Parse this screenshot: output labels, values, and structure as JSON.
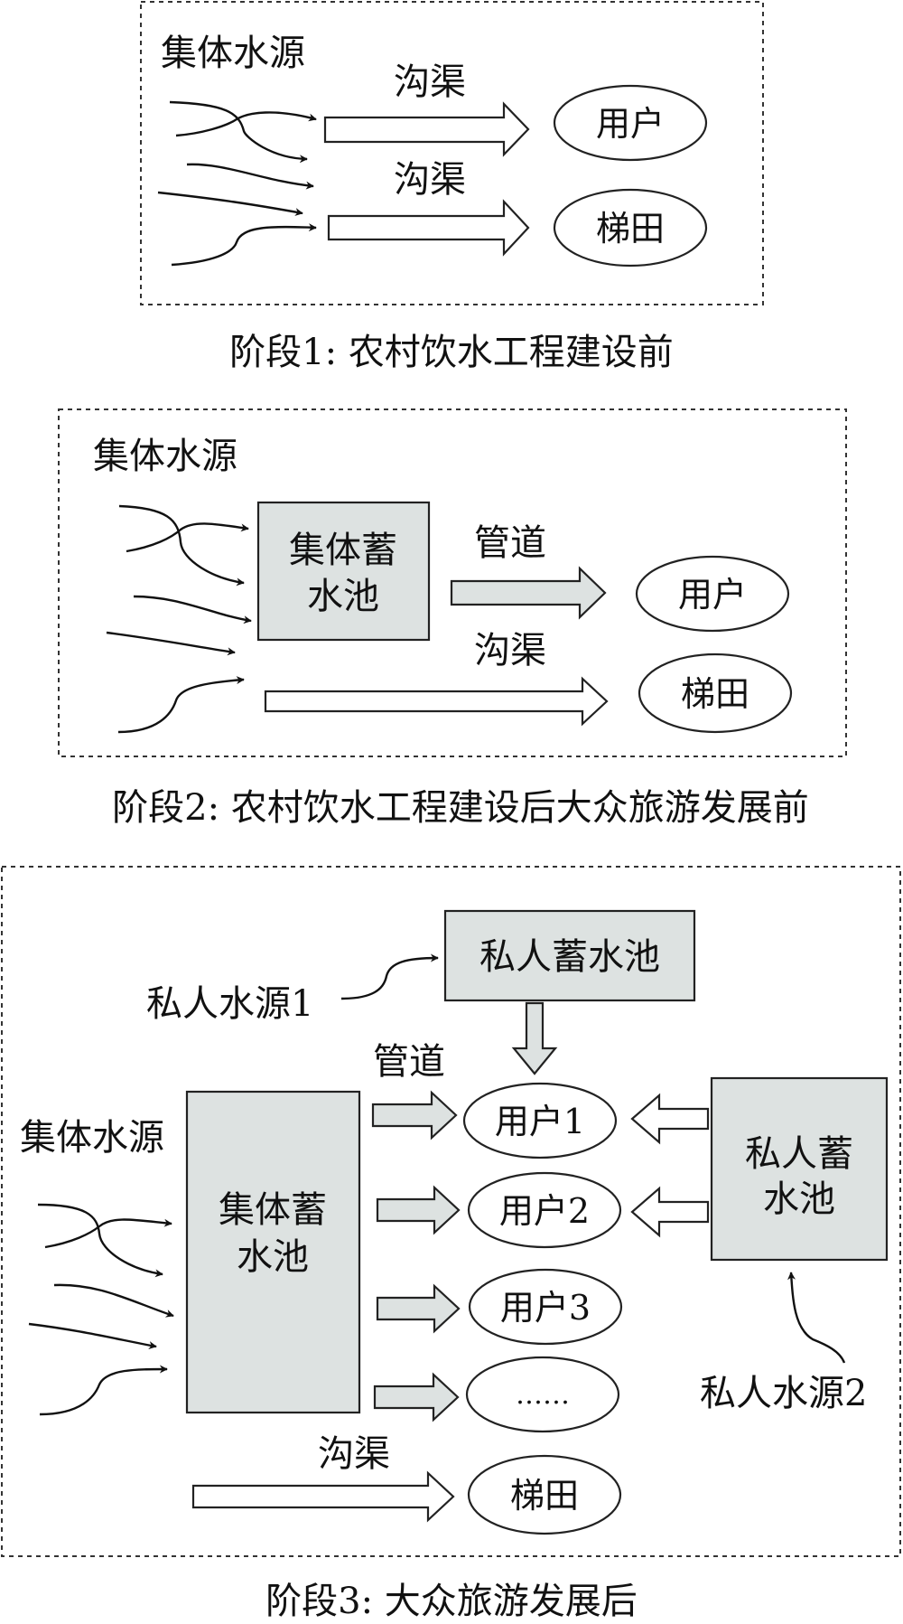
{
  "labels": {
    "collective_source": "集体水源",
    "ditch": "沟渠",
    "pipe": "管道",
    "user": "用户",
    "terrace": "梯田",
    "collective_reservoir_line1": "集体蓄",
    "collective_reservoir_line2": "水池",
    "private_reservoir": "私人蓄水池",
    "private_reservoir_line1": "私人蓄",
    "private_reservoir_line2": "水池",
    "private_source_1": "私人水源1",
    "private_source_2": "私人水源2",
    "user_1": "用户1",
    "user_2": "用户2",
    "user_3": "用户3",
    "ellipsis": "……"
  },
  "captions": {
    "stage1": "阶段1: 农村饮水工程建设前",
    "stage2": "阶段2: 农村饮水工程建设后大众旅游发展前",
    "stage3": "阶段3: 大众旅游发展后"
  },
  "colors": {
    "box_fill": "#dde2e1",
    "stroke": "#222222"
  }
}
